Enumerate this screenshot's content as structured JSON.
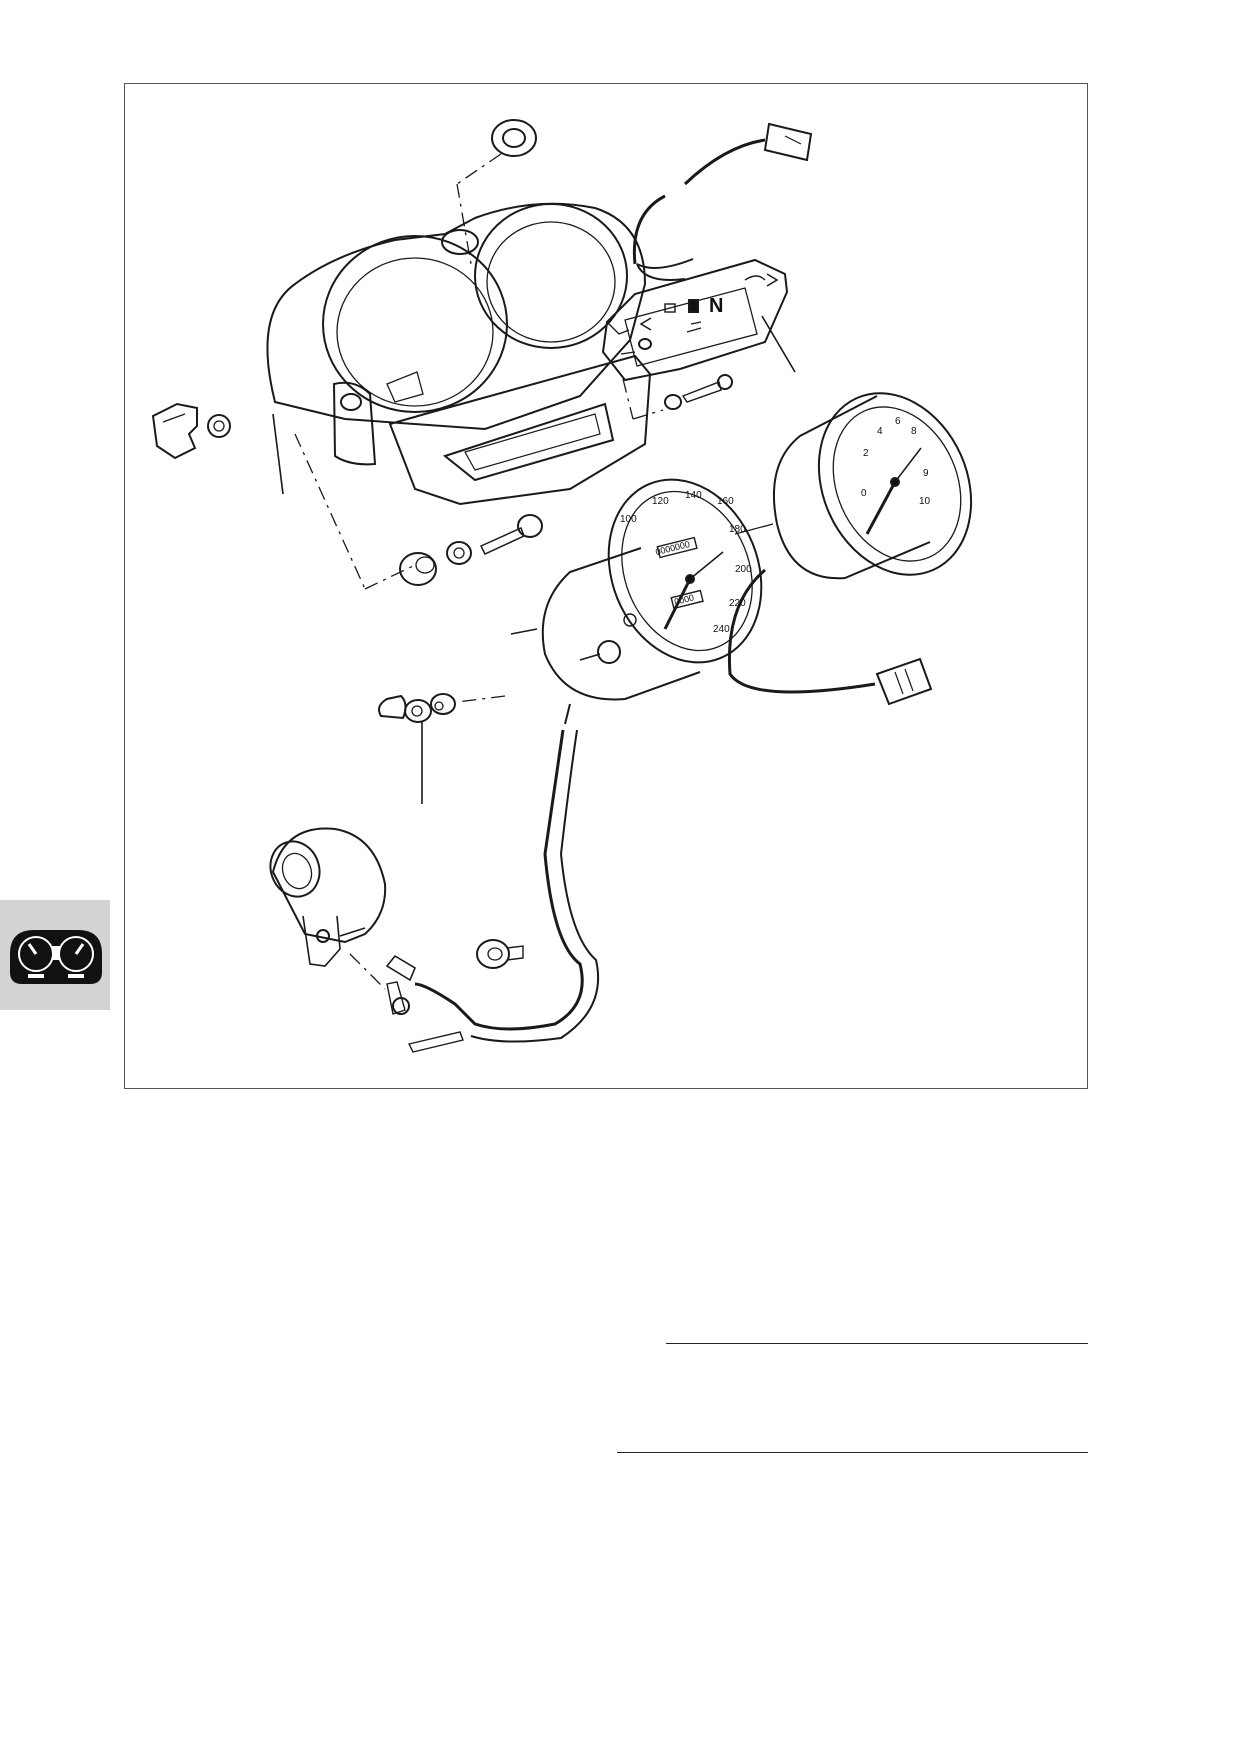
{
  "section_tab": {
    "icon": "instrument-cluster-icon",
    "background": "#d3d3d3"
  },
  "figure": {
    "parts": [
      {
        "name": "instrument-housing"
      },
      {
        "name": "warning-light-unit"
      },
      {
        "name": "speedometer"
      },
      {
        "name": "tachometer"
      },
      {
        "name": "speedometer-cable"
      },
      {
        "name": "speedometer-drive"
      }
    ],
    "speedometer_dial": {
      "scale": [
        "100",
        "120",
        "140",
        "160",
        "180",
        "200",
        "220",
        "240"
      ],
      "odometer": "0000000",
      "trip": "0000"
    },
    "tachometer_dial": {
      "scale": [
        "0",
        "2",
        "4",
        "6",
        "8",
        "9",
        "10"
      ]
    },
    "warning_light_unit": {
      "neutral_label": "N"
    }
  }
}
